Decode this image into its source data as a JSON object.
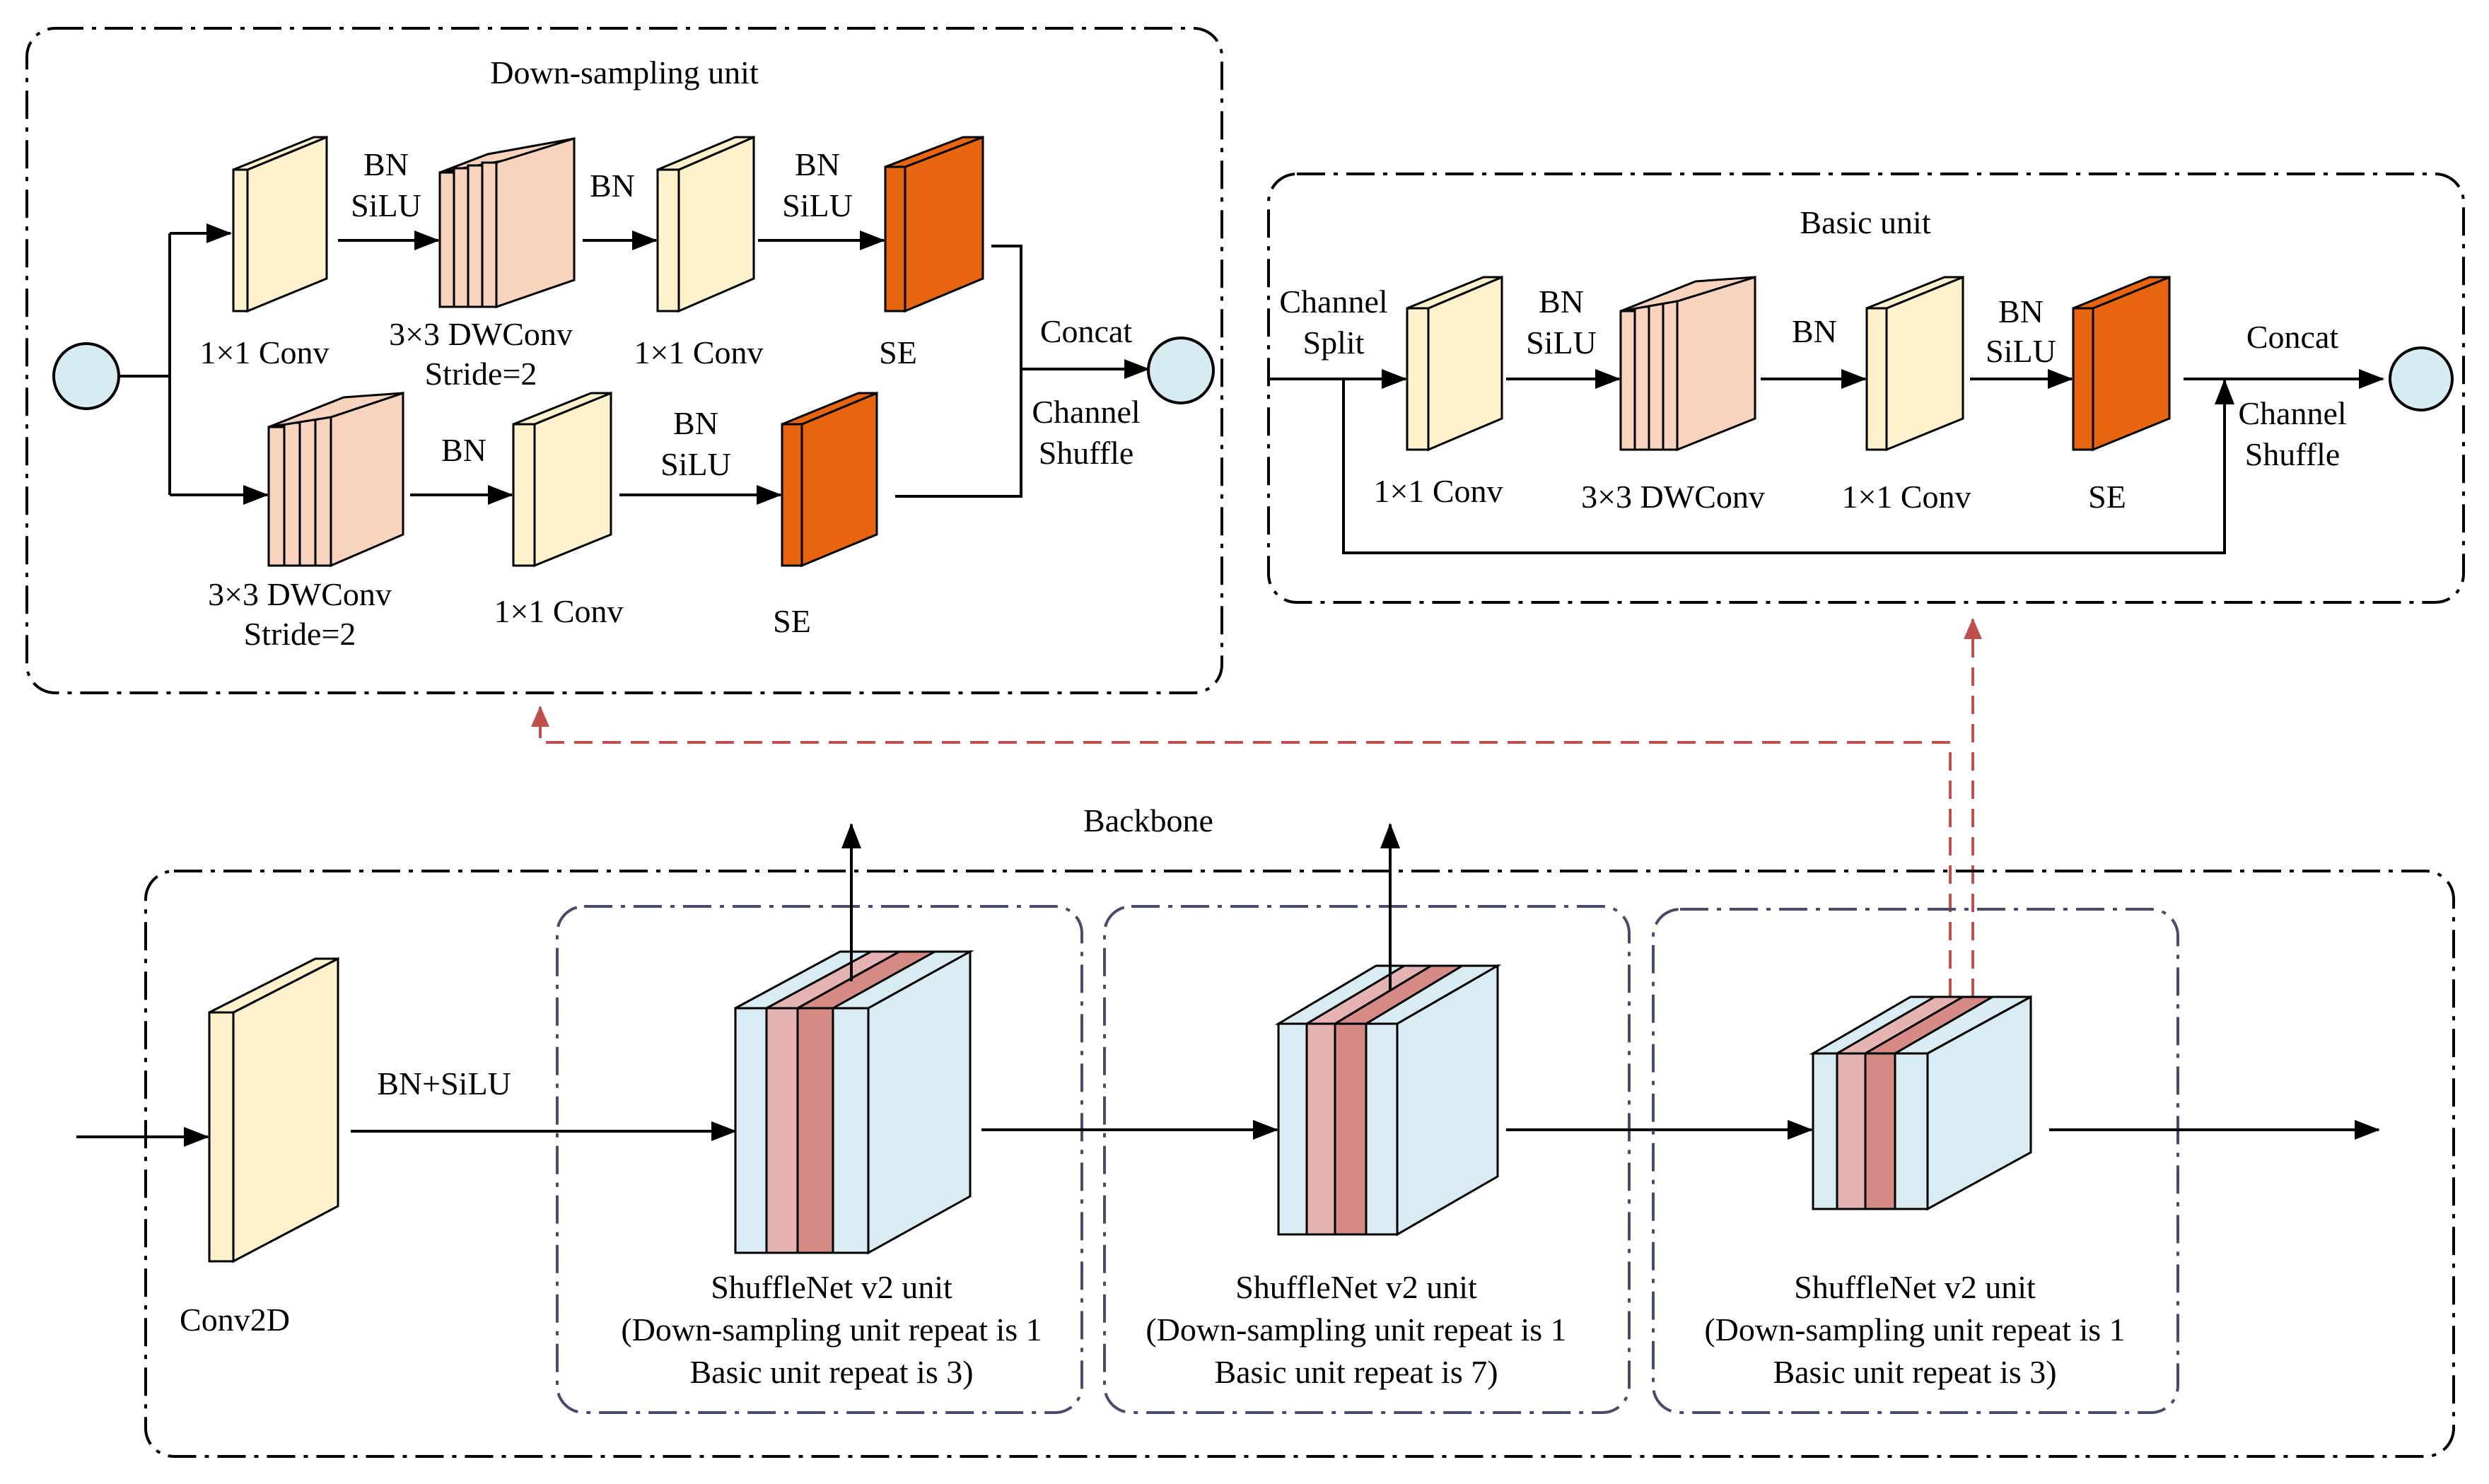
{
  "downsampling": {
    "title": "Down-sampling unit",
    "top_bn_silu_1": [
      "BN",
      "SiLU"
    ],
    "top_bn": "BN",
    "top_bn_silu_2": [
      "BN",
      "SiLU"
    ],
    "top_conv1_label": "1×1 Conv",
    "top_dwconv_label": [
      "3×3 DWConv",
      "Stride=2"
    ],
    "top_conv2_label": "1×1 Conv",
    "top_se_label": "SE",
    "bottom_bn": "BN",
    "bottom_bn_silu": [
      "BN",
      "SiLU"
    ],
    "bottom_dwconv_label": [
      "3×3 DWConv",
      "Stride=2"
    ],
    "bottom_conv_label": "1×1 Conv",
    "bottom_se_label": "SE",
    "concat": "Concat",
    "shuffle": [
      "Channel",
      "Shuffle"
    ]
  },
  "basic": {
    "title": "Basic unit",
    "split": [
      "Channel",
      "Split"
    ],
    "bn_silu_1": [
      "BN",
      "SiLU"
    ],
    "bn": "BN",
    "bn_silu_2": [
      "BN",
      "SiLU"
    ],
    "conv1_label": "1×1 Conv",
    "dwconv_label": "3×3 DWConv",
    "conv2_label": "1×1 Conv",
    "se_label": "SE",
    "concat": "Concat",
    "shuffle": [
      "Channel",
      "Shuffle"
    ]
  },
  "backbone": {
    "title": "Backbone",
    "conv2d_label": "Conv2D",
    "bn_silu": "BN+SiLU",
    "units": [
      {
        "name": "ShuffleNet v2 unit",
        "line1": "(Down-sampling unit repeat is 1",
        "line2": "Basic unit repeat is 3)"
      },
      {
        "name": "ShuffleNet v2 unit",
        "line1": "(Down-sampling unit repeat is 1",
        "line2": "Basic unit repeat is 7)"
      },
      {
        "name": "ShuffleNet v2 unit",
        "line1": "(Down-sampling unit repeat is 1",
        "line2": "Basic unit repeat is 3)"
      }
    ]
  },
  "colors": {
    "conv_cream": "#fdf2cc",
    "dwconv_peach": "#f8d3bd",
    "se_orange": "#e8650f",
    "unit_blue": "#d9ecf3",
    "unit_pink": "#e6b3b3",
    "unit_rose": "#d58a86",
    "node_fill": "#d6ebf2",
    "ref_arrow": "#c0504d"
  }
}
